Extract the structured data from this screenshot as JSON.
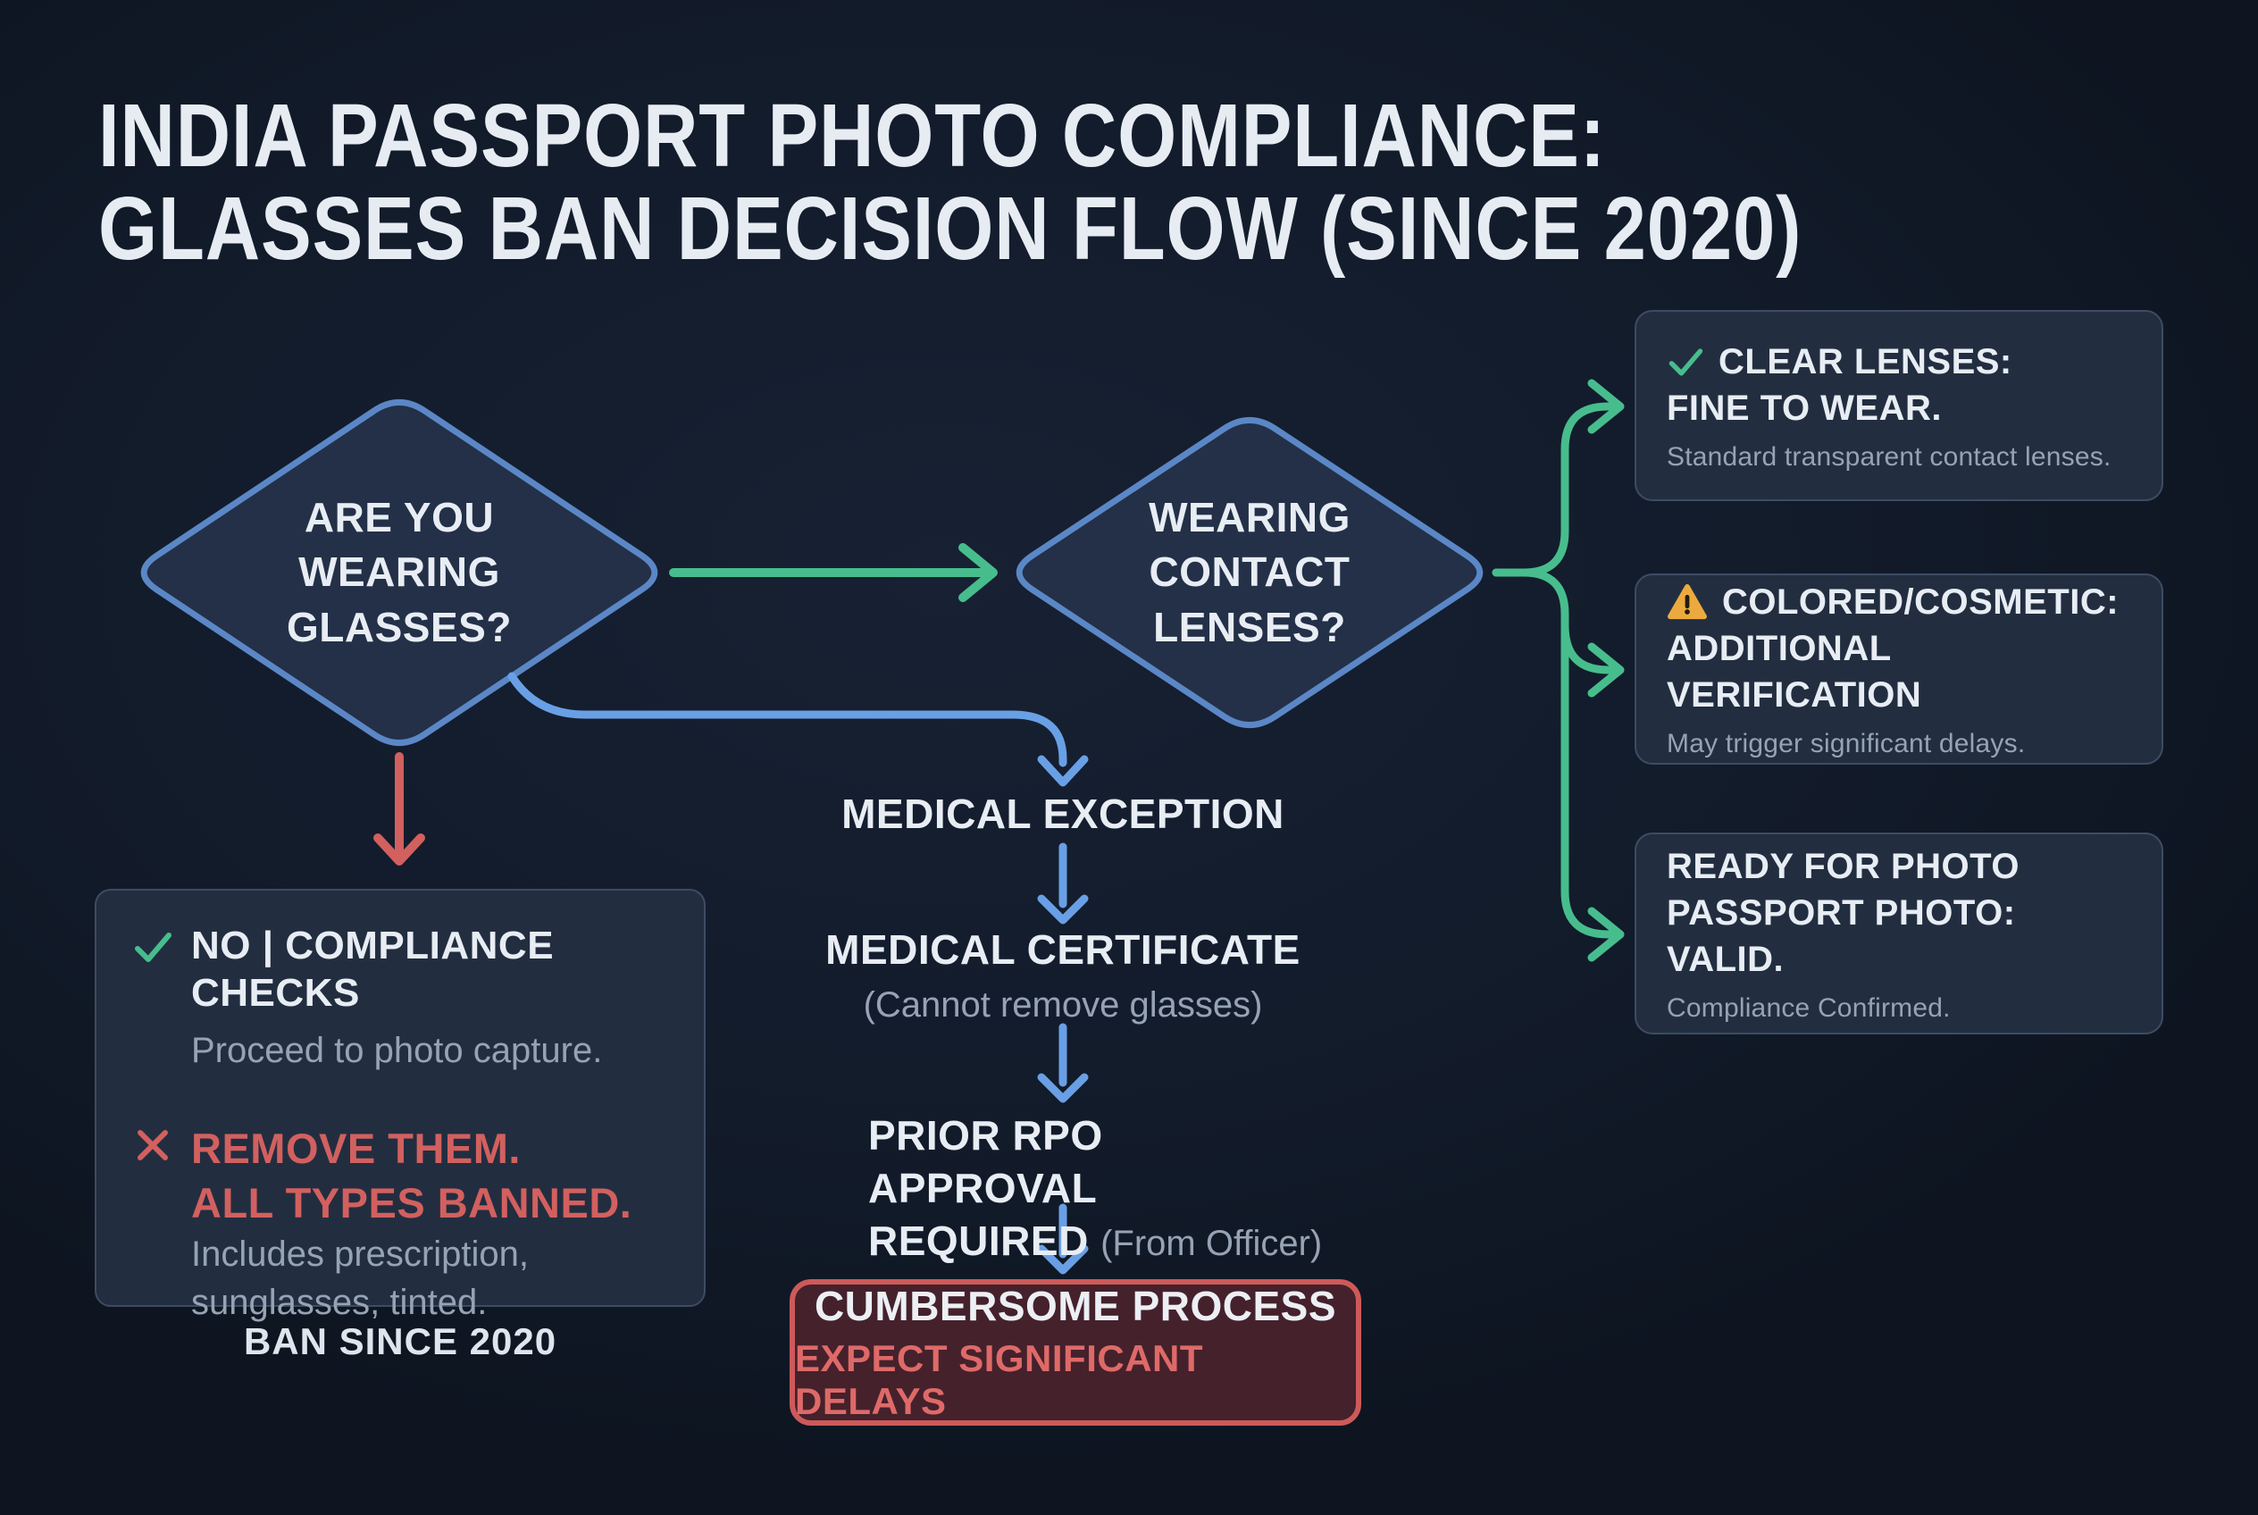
{
  "title": {
    "line1": "INDIA PASSPORT PHOTO COMPLIANCE:",
    "line2": "GLASSES BAN DECISION FLOW (SINCE 2020)"
  },
  "diamonds": {
    "glasses": {
      "line1": "ARE YOU",
      "line2": "WEARING",
      "line3": "GLASSES?"
    },
    "contacts": {
      "line1": "WEARING",
      "line2": "CONTACT",
      "line3": "LENSES?"
    }
  },
  "compliance_box": {
    "yes_title": "NO | COMPLIANCE CHECKS",
    "yes_sub": "Proceed to photo capture.",
    "no_line1": "REMOVE THEM.",
    "no_line2": "ALL TYPES BANNED.",
    "no_sub1": "Includes prescription,",
    "no_sub2": "sunglasses, tinted.",
    "caption": "BAN SINCE 2020"
  },
  "medical_path": {
    "step1": "MEDICAL EXCEPTION",
    "step2_title": "MEDICAL CERTIFICATE",
    "step2_sub": "(Cannot remove glasses)",
    "step3_line1": "PRIOR RPO APPROVAL",
    "step3_line2": "REQUIRED",
    "step3_note": "(From Officer)",
    "outcome_title": "CUMBERSOME PROCESS",
    "outcome_sub": "EXPECT SIGNIFICANT DELAYS"
  },
  "lens_outcomes": [
    {
      "icon": "check-icon",
      "title1": "CLEAR LENSES:",
      "title2": "FINE TO WEAR.",
      "sub": "Standard transparent contact lenses."
    },
    {
      "icon": "warning-icon",
      "title1": "COLORED/COSMETIC:",
      "title2": "ADDITIONAL VERIFICATION",
      "sub": "May trigger significant delays."
    },
    {
      "icon": "none",
      "title1": "READY FOR PHOTO",
      "title2": "PASSPORT PHOTO: VALID.",
      "sub": "Compliance Confirmed."
    }
  ],
  "colors": {
    "background": "#121b2a",
    "panel": "#222e40",
    "panel_border": "#3d4c63",
    "diamond_fill": "#233048",
    "diamond_border": "#5b87c6",
    "green": "#47bd8d",
    "blue": "#69a0e5",
    "red": "#d2605f",
    "warning": "#ecaa3e",
    "heading": "#e8edf4",
    "muted": "#96a3b4",
    "outcome_fill": "#45212c",
    "outcome_border": "#cd5a5a",
    "outcome_text": "#de6a68"
  }
}
